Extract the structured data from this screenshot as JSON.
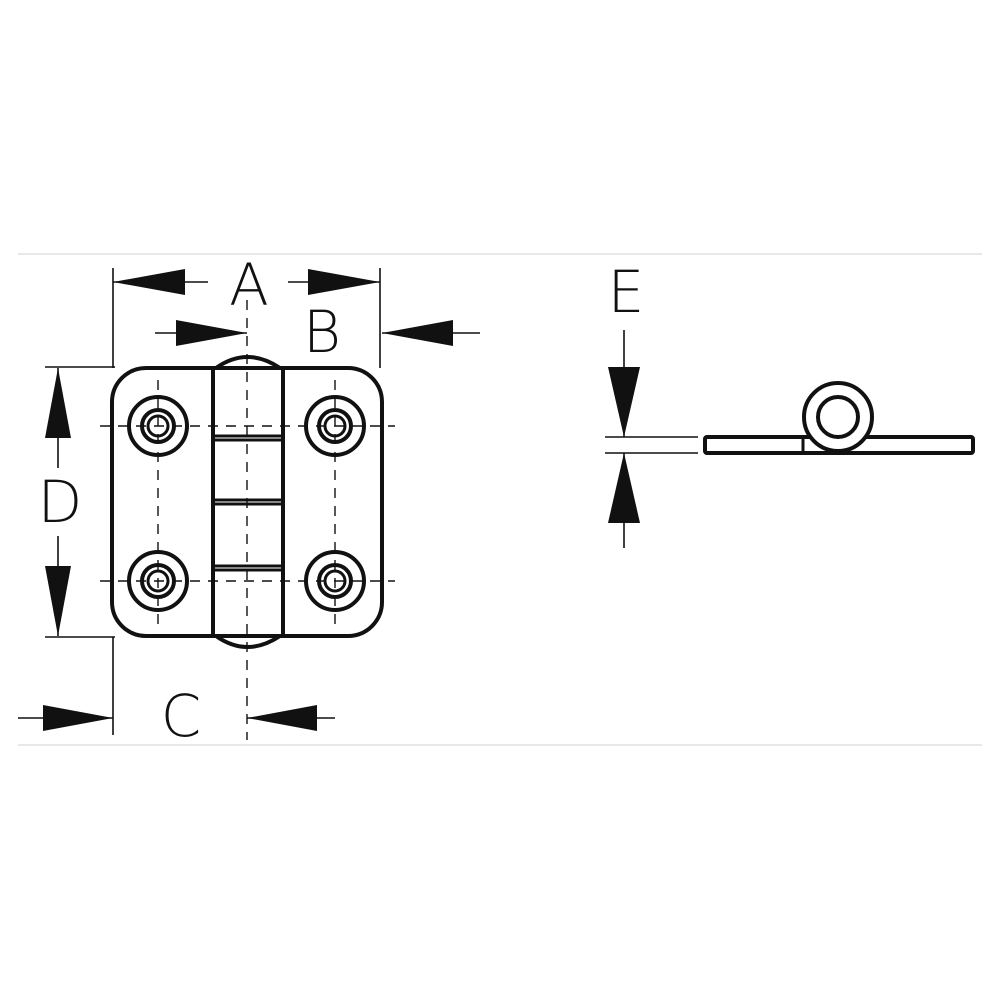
{
  "diagram": {
    "subject": "hinge",
    "views": [
      "plan-view",
      "side-view"
    ],
    "dimension_labels": {
      "a": "A",
      "b": "B",
      "c": "C",
      "d": "D",
      "e": "E"
    },
    "colors": {
      "line": "#111111",
      "background": "#ffffff",
      "border_rules": "#d9d9d9"
    }
  }
}
